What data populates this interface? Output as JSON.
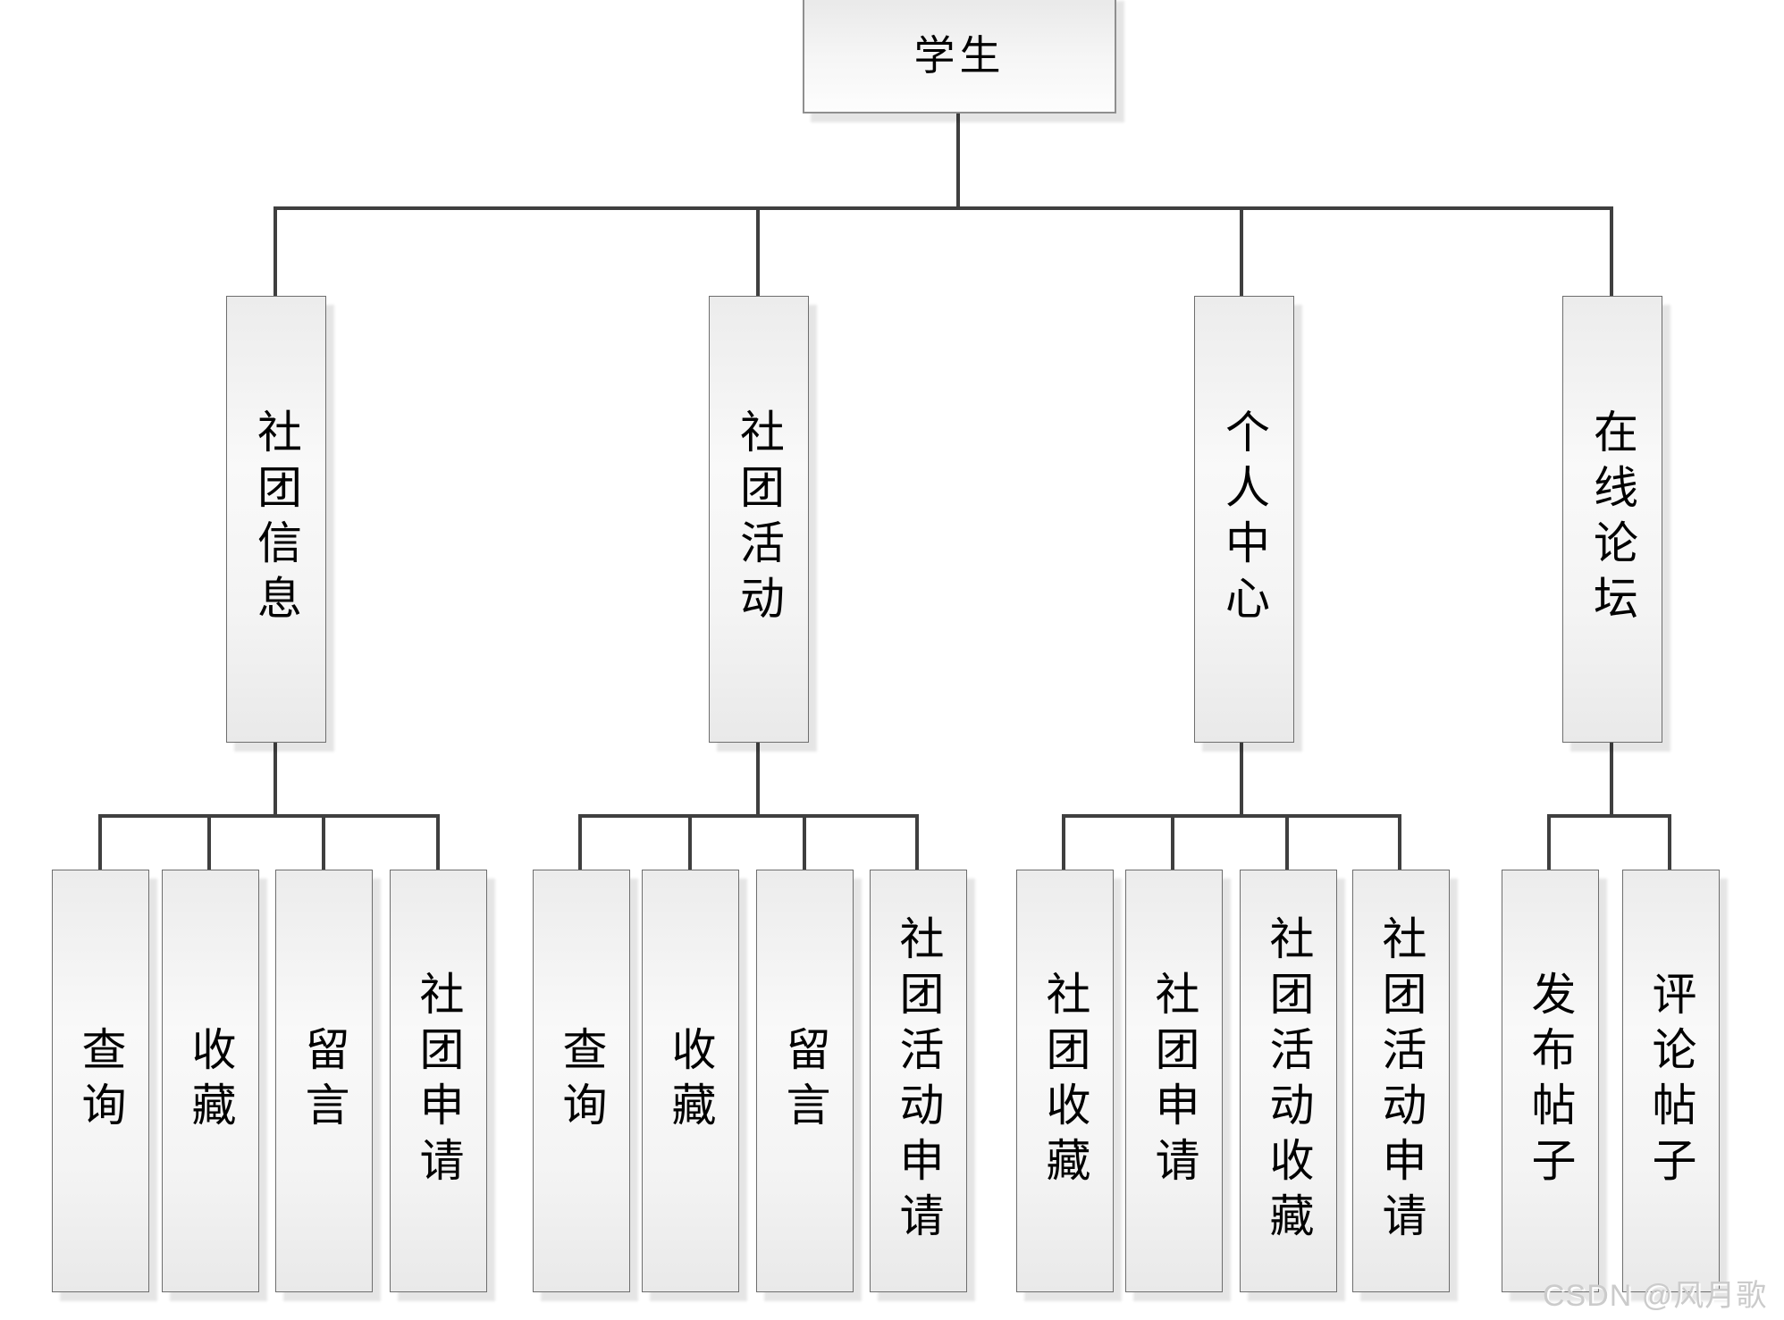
{
  "tree": {
    "root": {
      "label": "学生"
    },
    "branches": [
      {
        "label": "社团信息",
        "children": [
          {
            "label": "查询"
          },
          {
            "label": "收藏"
          },
          {
            "label": "留言"
          },
          {
            "label": "社团申请"
          }
        ]
      },
      {
        "label": "社团活动",
        "children": [
          {
            "label": "查询"
          },
          {
            "label": "收藏"
          },
          {
            "label": "留言"
          },
          {
            "label": "社团活动申请"
          }
        ]
      },
      {
        "label": "个人中心",
        "children": [
          {
            "label": "社团收藏"
          },
          {
            "label": "社团申请"
          },
          {
            "label": "社团活动收藏"
          },
          {
            "label": "社团活动申请"
          }
        ]
      },
      {
        "label": "在线论坛",
        "children": [
          {
            "label": "发布帖子"
          },
          {
            "label": "评论帖子"
          }
        ]
      }
    ]
  },
  "watermark": "CSDN @风月歌",
  "colors": {
    "line": "#3f3f3f",
    "box_border": "#6e6e6e",
    "root_border": "#8f8f8f",
    "box_fill_top": "#ececec",
    "box_fill_bottom": "#e9e9e9",
    "text": "#000000",
    "watermark": "#cbcbcb"
  }
}
